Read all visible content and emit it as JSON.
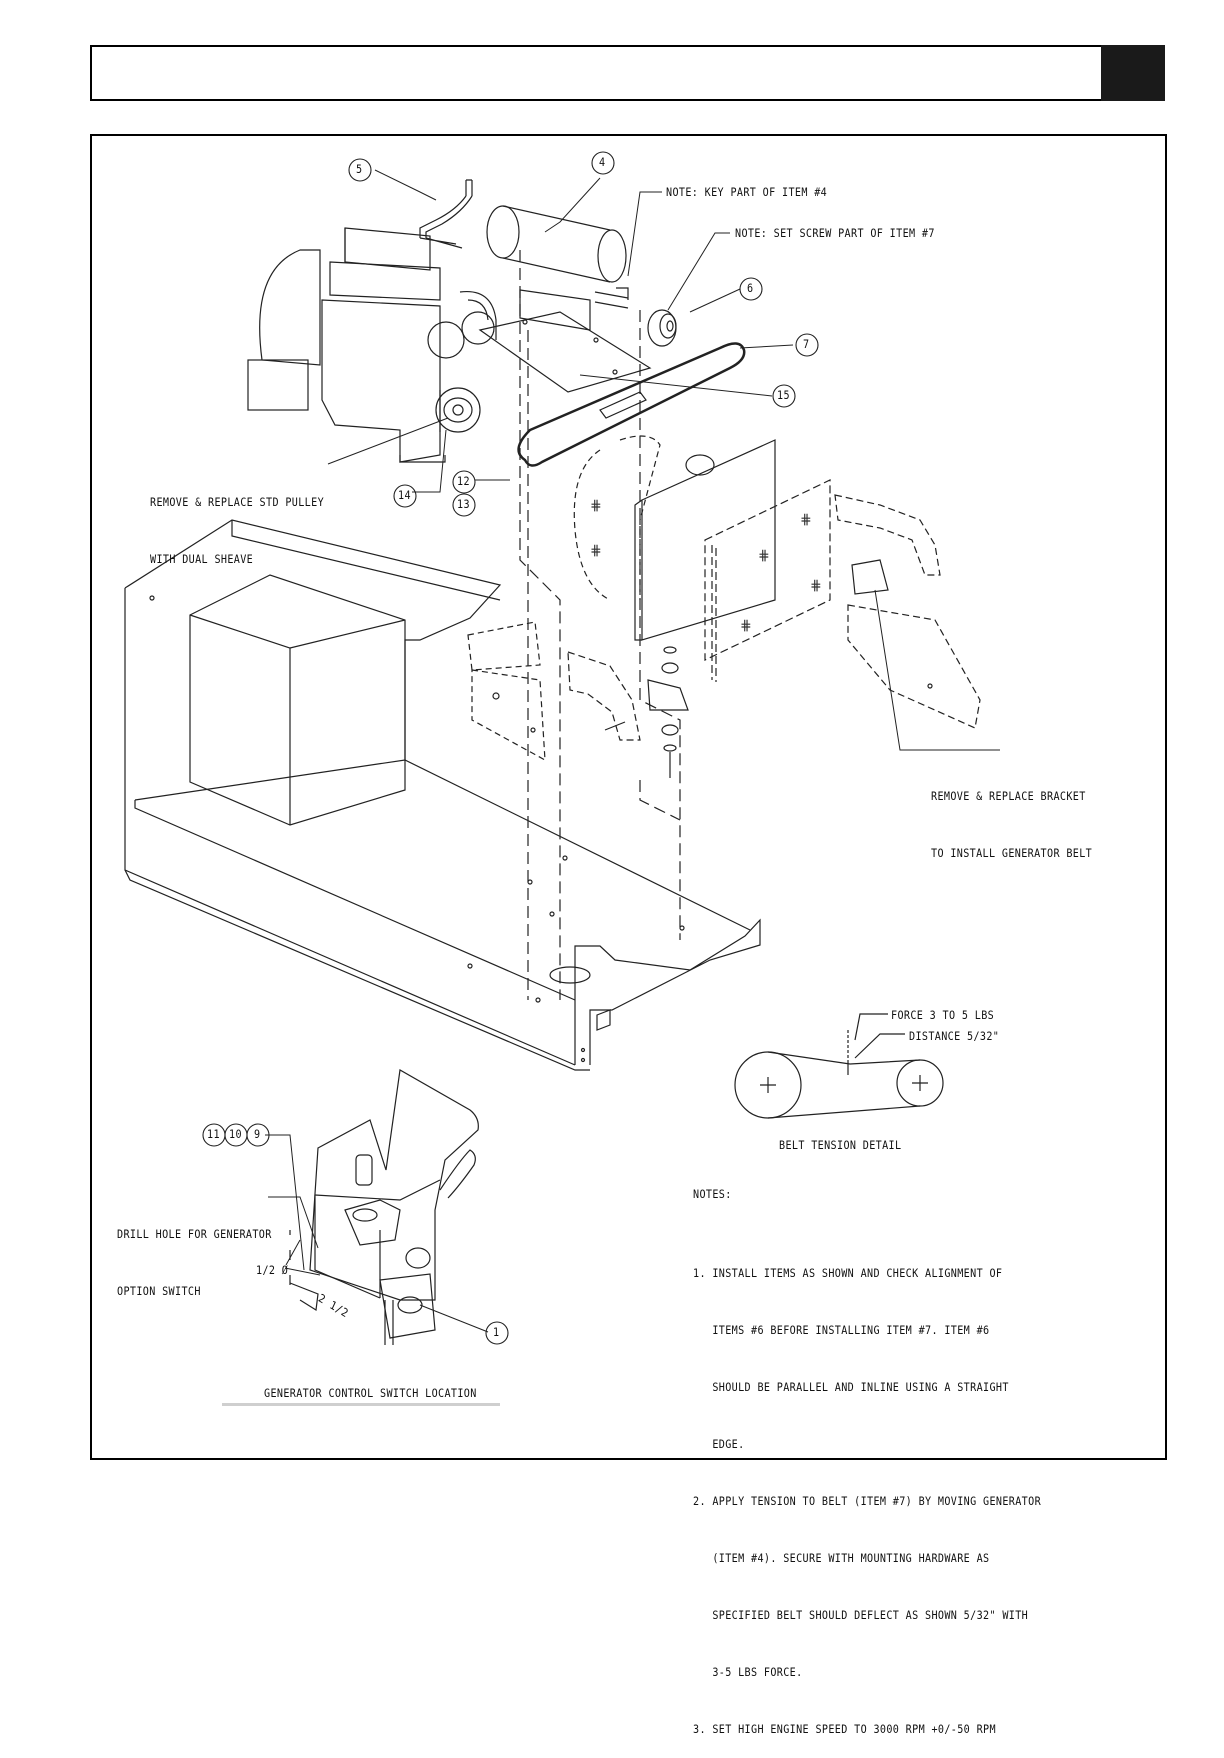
{
  "callouts": {
    "item_5": "5",
    "item_4": "4",
    "item_6": "6",
    "item_7": "7",
    "item_15": "15",
    "item_12": "12",
    "item_13": "13",
    "item_14": "14",
    "item_11": "11",
    "item_10": "10",
    "item_9": "9",
    "item_1": "1"
  },
  "labels": {
    "key_note": "NOTE: KEY PART OF ITEM #4",
    "set_screw_note": "NOTE: SET SCREW PART OF ITEM #7",
    "pulley_line1": "REMOVE & REPLACE STD PULLEY",
    "pulley_line2": "WITH DUAL SHEAVE",
    "bracket_line1": "REMOVE & REPLACE BRACKET",
    "bracket_line2": "TO INSTALL GENERATOR BELT",
    "force": "FORCE 3 TO 5 LBS",
    "distance": "DISTANCE 5/32\"",
    "belt_tension_detail": "BELT TENSION DETAIL",
    "drill_line1": "DRILL HOLE FOR GENERATOR",
    "drill_line2": "OPTION SWITCH",
    "dim_half_dia": "1/2 Ø",
    "dim_two_half": "2 1/2",
    "switch_location": "GENERATOR CONTROL SWITCH LOCATION"
  },
  "notes": {
    "heading": "NOTES:",
    "n1_l1": "1. INSTALL ITEMS AS SHOWN AND CHECK ALIGNMENT OF",
    "n1_l2": "   ITEMS #6 BEFORE INSTALLING ITEM #7. ITEM #6",
    "n1_l3": "   SHOULD BE PARALLEL AND INLINE USING A STRAIGHT",
    "n1_l4": "   EDGE.",
    "n2_l1": "2. APPLY TENSION TO BELT (ITEM #7) BY MOVING GENERATOR",
    "n2_l2": "   (ITEM #4). SECURE WITH MOUNTING HARDWARE AS",
    "n2_l3": "   SPECIFIED BELT SHOULD DEFLECT AS SHOWN 5/32\" WITH",
    "n2_l4": "   3-5 LBS FORCE.",
    "n3_l1": "3. SET HIGH ENGINE SPEED TO 3000 RPM +0/-50 RPM"
  }
}
